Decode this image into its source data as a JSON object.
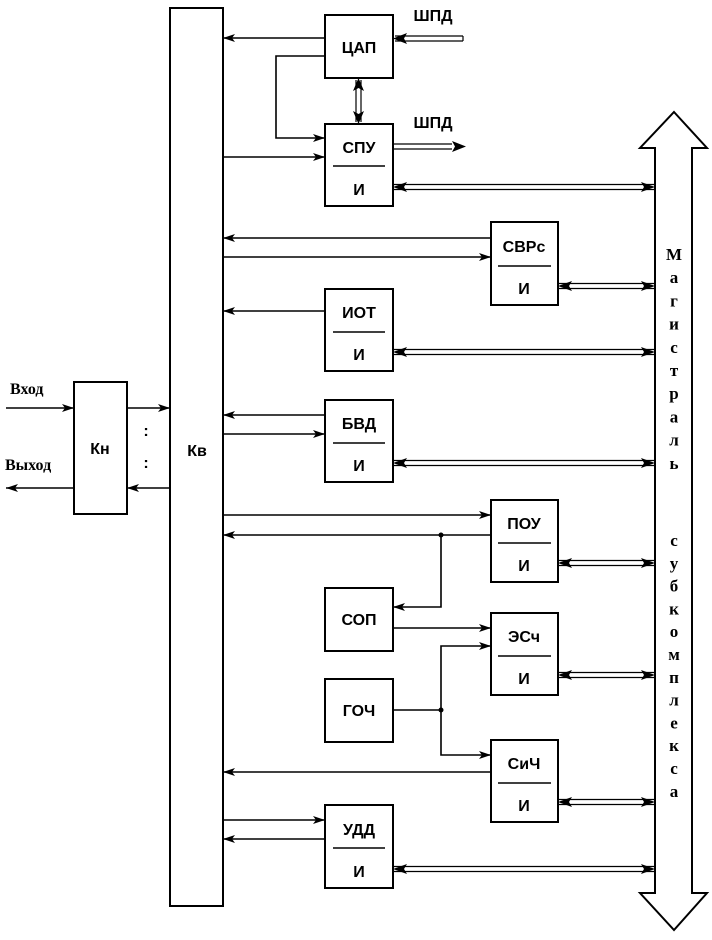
{
  "left": {
    "kn": "Кн",
    "kv": "Кв",
    "vhod": "Вход",
    "vyhod": "Выход",
    "dots": ":"
  },
  "blocks": {
    "cap": "ЦАП",
    "spu": "СПУ",
    "svrs": "СВРс",
    "iot": "ИОТ",
    "bvd": "БВД",
    "pou": "ПОУ",
    "sop": "СОП",
    "esch": "ЭСч",
    "goch": "ГОЧ",
    "sich": "СиЧ",
    "udd": "УДД",
    "i": "И"
  },
  "bus_labels": {
    "shpd_top": "ШПД",
    "shpd_mid": "ШПД"
  },
  "bus_word_1": [
    "М",
    "а",
    "г",
    "и",
    "с",
    "т",
    "р",
    "а",
    "л",
    "ь"
  ],
  "bus_word_2": [
    "с",
    "у",
    "б",
    "к",
    "о",
    "м",
    "п",
    "л",
    "е",
    "к",
    "с",
    "а"
  ]
}
